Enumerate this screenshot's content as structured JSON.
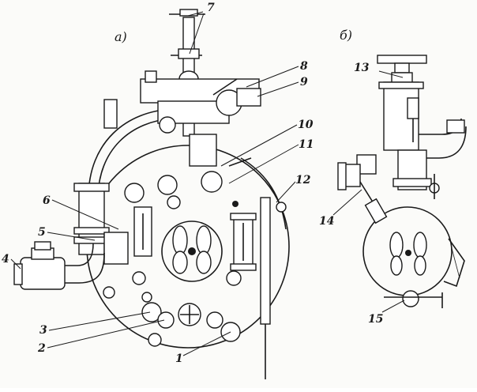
{
  "views": {
    "a": {
      "label": "а)"
    },
    "b": {
      "label": "б)"
    }
  },
  "callouts": [
    "1",
    "2",
    "3",
    "4",
    "5",
    "6",
    "7",
    "8",
    "9",
    "10",
    "11",
    "12",
    "13",
    "14",
    "15"
  ]
}
